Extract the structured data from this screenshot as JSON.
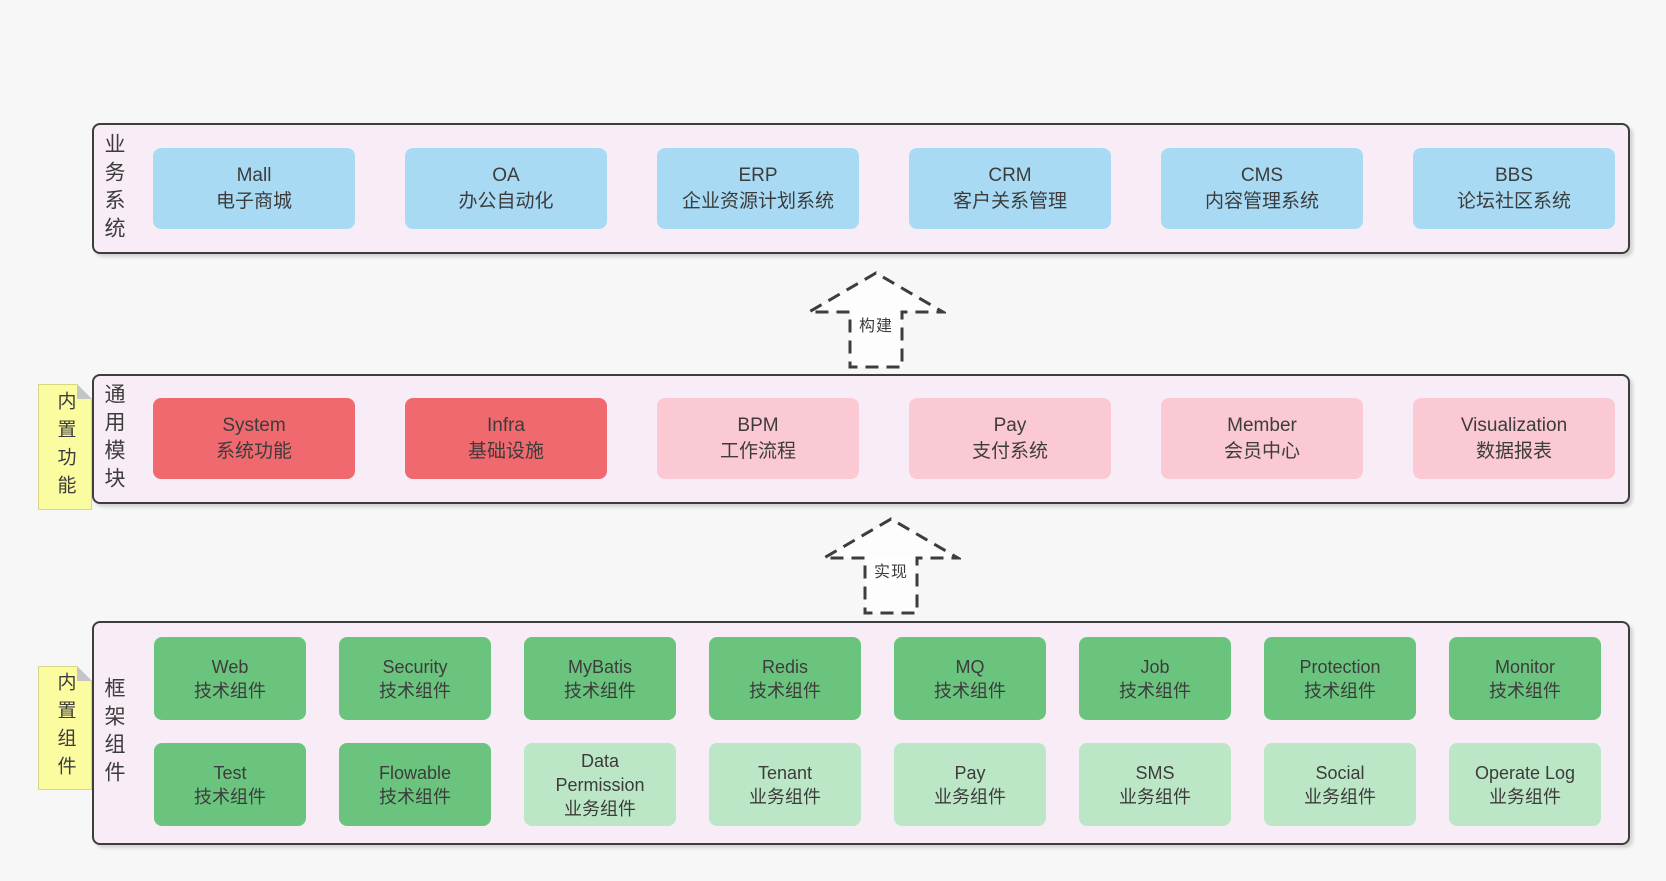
{
  "colors": {
    "page_bg": "#f7f7f7",
    "panel_bg": "#f8edf6",
    "panel_border": "#3d3d3d",
    "blue_box": "#a9daf4",
    "red_box": "#f0696e",
    "pink_box": "#fbc9d3",
    "green_dark_box": "#6bc47e",
    "green_light_box": "#bce7c6",
    "sticky_note": "#fbfba0",
    "text": "#3c3c3c"
  },
  "sections": {
    "business": {
      "label": "业务系统",
      "boxes": [
        {
          "title": "Mall",
          "subtitle": "电子商城"
        },
        {
          "title": "OA",
          "subtitle": "办公自动化"
        },
        {
          "title": "ERP",
          "subtitle": "企业资源计划系统"
        },
        {
          "title": "CRM",
          "subtitle": "客户关系管理"
        },
        {
          "title": "CMS",
          "subtitle": "内容管理系统"
        },
        {
          "title": "BBS",
          "subtitle": "论坛社区系统"
        }
      ]
    },
    "modules": {
      "label": "通用模块",
      "note": "内置功能",
      "boxes": [
        {
          "title": "System",
          "subtitle": "系统功能"
        },
        {
          "title": "Infra",
          "subtitle": "基础设施"
        },
        {
          "title": "BPM",
          "subtitle": "工作流程"
        },
        {
          "title": "Pay",
          "subtitle": "支付系统"
        },
        {
          "title": "Member",
          "subtitle": "会员中心"
        },
        {
          "title": "Visualization",
          "subtitle": "数据报表"
        }
      ]
    },
    "framework": {
      "label": "框架组件",
      "note": "内置组件",
      "row1": [
        {
          "title": "Web",
          "subtitle": "技术组件"
        },
        {
          "title": "Security",
          "subtitle": "技术组件"
        },
        {
          "title": "MyBatis",
          "subtitle": "技术组件"
        },
        {
          "title": "Redis",
          "subtitle": "技术组件"
        },
        {
          "title": "MQ",
          "subtitle": "技术组件"
        },
        {
          "title": "Job",
          "subtitle": "技术组件"
        },
        {
          "title": "Protection",
          "subtitle": "技术组件"
        },
        {
          "title": "Monitor",
          "subtitle": "技术组件"
        }
      ],
      "row2": [
        {
          "title": "Test",
          "subtitle": "技术组件"
        },
        {
          "title": "Flowable",
          "subtitle": "技术组件"
        },
        {
          "title": "Data Permission",
          "subtitle": "业务组件"
        },
        {
          "title": "Tenant",
          "subtitle": "业务组件"
        },
        {
          "title": "Pay",
          "subtitle": "业务组件"
        },
        {
          "title": "SMS",
          "subtitle": "业务组件"
        },
        {
          "title": "Social",
          "subtitle": "业务组件"
        },
        {
          "title": "Operate Log",
          "subtitle": "业务组件"
        }
      ]
    }
  },
  "arrows": [
    {
      "label": "构建"
    },
    {
      "label": "实现"
    }
  ]
}
